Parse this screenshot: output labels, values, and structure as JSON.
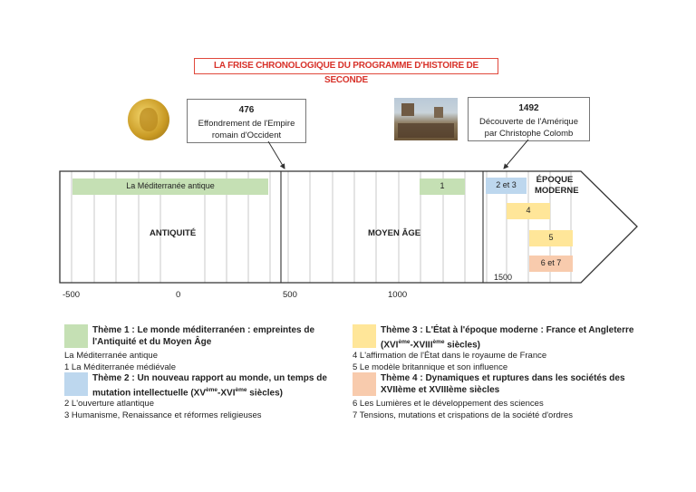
{
  "title": "LA FRISE CHRONOLOGIQUE DU PROGRAMME D'HISTOIRE DE SECONDE",
  "callouts": [
    {
      "year": "476",
      "line1": "Effondrement de l'Empire",
      "line2": "romain d'Occident"
    },
    {
      "year": "1492",
      "line1": "Découverte de l'Amérique",
      "line2": "par Christophe Colomb"
    }
  ],
  "bars": {
    "mediterranee": "La Méditerranée antique",
    "one": "1",
    "two_three": "2 et 3",
    "four": "4",
    "five": "5",
    "six_seven": "6 et 7"
  },
  "eras": {
    "antiquite": "ANTIQUITÉ",
    "moyen_age": "MOYEN ÂGE",
    "moderne_l1": "ÉPOQUE",
    "moderne_l2": "MODERNE"
  },
  "inner_label": "1500",
  "axis_ticks": [
    "-500",
    "0",
    "500",
    "1000"
  ],
  "legend": {
    "t1_l1": "Thème 1 : Le monde méditerranéen : empreintes de",
    "t1_l2": "l'Antiquité et du Moyen Âge",
    "t1_i1": "La Méditerranée antique",
    "t1_i2": "1 La Méditerranée médiévale",
    "t2_l1": "Thème 2 : Un nouveau rapport au monde, un temps de",
    "t2_l2a": "mutation intellectuelle (XV",
    "t2_sup1": "ème",
    "t2_l2b": "-XVI",
    "t2_sup2": "ème",
    "t2_l2c": " siècles)",
    "t2_i1": "2 L'ouverture atlantique",
    "t2_i2": "3 Humanisme, Renaissance et réformes religieuses",
    "t3_l1": "Thème 3 : L'État à l'époque moderne : France et Angleterre",
    "t3_l2a": "(XVI",
    "t3_sup1": "ème",
    "t3_l2b": "-XVIII",
    "t3_sup2": "ème",
    "t3_l2c": " siècles)",
    "t3_i1": "4 L'affirmation de l'État dans le royaume de France",
    "t3_i2": "5 Le modèle britannique et son influence",
    "t4_l1": "Thème 4 : Dynamiques et ruptures dans les sociétés des",
    "t4_l2": "XVIIème et XVIIIème siècles",
    "t4_i1": "6 Les Lumières et le développement des sciences",
    "t4_i2": "7 Tensions, mutations et crispations de la société d'ordres"
  },
  "colors": {
    "green": "#c5e0b4",
    "blue": "#bdd7ee",
    "yellow": "#ffe699",
    "orange": "#f8cbad",
    "title_red": "#d8322a"
  }
}
